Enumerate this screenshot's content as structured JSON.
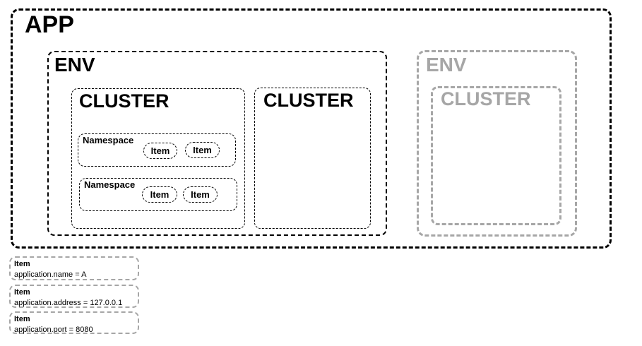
{
  "app": {
    "title": "APP"
  },
  "envs": [
    {
      "title": "ENV",
      "clusters": [
        {
          "title": "CLUSTER",
          "namespaces": [
            {
              "title": "Namespace",
              "items": [
                "Item",
                "Item"
              ]
            },
            {
              "title": "Namespace",
              "items": [
                "Item",
                "Item"
              ]
            }
          ]
        },
        {
          "title": "CLUSTER"
        }
      ]
    },
    {
      "title": "ENV",
      "clusters": [
        {
          "title": "CLUSTER"
        }
      ]
    }
  ],
  "colors": {
    "primary": "#000000",
    "muted": "#a6a6a6"
  },
  "properties": [
    {
      "title": "Item",
      "value": "application.name = A"
    },
    {
      "title": "Item",
      "value": "application.address = 127.0.0.1"
    },
    {
      "title": "Item",
      "value": "application.port = 8080"
    }
  ]
}
